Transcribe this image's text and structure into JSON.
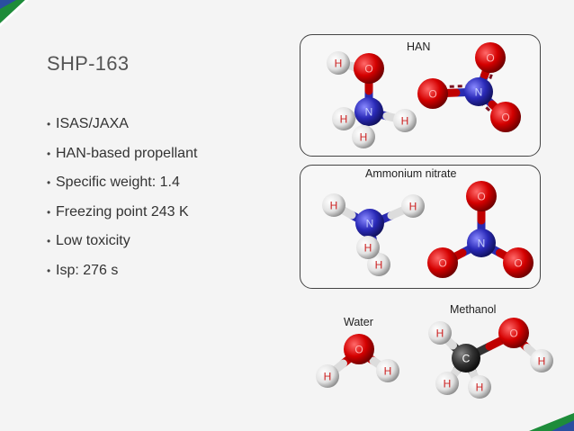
{
  "slide": {
    "title": "SHP-163",
    "bullets": [
      "ISAS/JAXA",
      "HAN-based propellant",
      "Specific weight: 1.4",
      "Freezing point 243 K",
      "Low toxicity",
      "Isp: 276 s"
    ]
  },
  "figures": {
    "han": {
      "label": "HAN"
    },
    "ammonium_nitrate": {
      "label": "Ammonium nitrate"
    },
    "water": {
      "label": "Water"
    },
    "methanol": {
      "label": "Methanol"
    }
  },
  "atoms": {
    "hydrogen": "H",
    "oxygen": "O",
    "nitrogen": "N",
    "carbon": "C"
  },
  "colors": {
    "oxygen": "#cc0000",
    "nitrogen": "#2a2ab8",
    "hydrogen": "#e8e8e8",
    "carbon": "#333333",
    "atom_label_oxygen": "#ffb0b0",
    "atom_label_nitrogen": "#c8d0ff",
    "atom_label_hydrogen": "#cc2222",
    "atom_label_carbon": "#ffffff"
  }
}
